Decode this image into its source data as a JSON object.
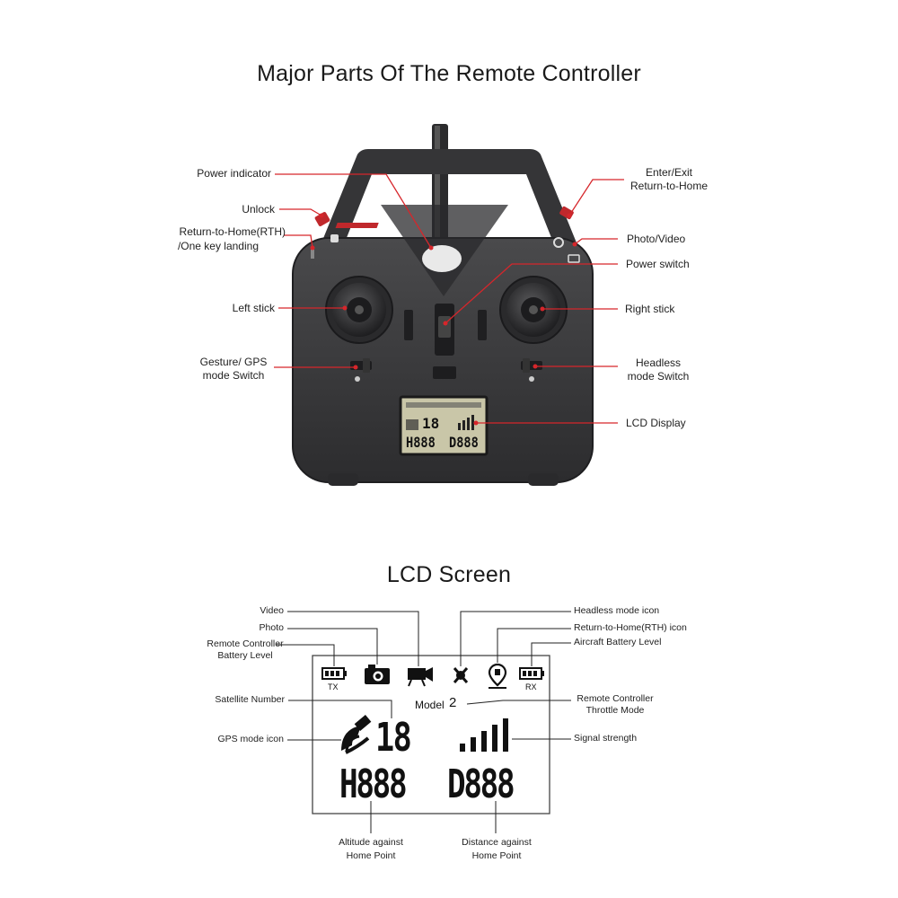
{
  "titles": {
    "controller": "Major Parts Of The Remote Controller",
    "lcd": "LCD Screen"
  },
  "controller_labels": {
    "power_indicator": "Power indicator",
    "unlock": "Unlock",
    "rth_line1": "Return-to-Home(RTH)",
    "rth_line2": "/One key landing",
    "left_stick": "Left stick",
    "gesture_line1": "Gesture/ GPS",
    "gesture_line2": "mode Switch",
    "enter_exit_line1": "Enter/Exit",
    "enter_exit_line2": "Return-to-Home",
    "photo_video": "Photo/Video",
    "power_switch": "Power switch",
    "right_stick": "Right stick",
    "headless_line1": "Headless",
    "headless_line2": "mode Switch",
    "lcd_display": "LCD Display"
  },
  "lcd_labels": {
    "video": "Video",
    "photo": "Photo",
    "rc_battery_line1": "Remote Controller",
    "rc_battery_line2": "Battery Level",
    "satellite_number": "Satellite Number",
    "gps_mode_icon": "GPS mode icon",
    "headless_icon": "Headless mode icon",
    "rth_icon": "Return-to-Home(RTH) icon",
    "aircraft_battery": "Aircraft Battery Level",
    "throttle_line1": "Remote Controller",
    "throttle_line2": "Throttle Mode",
    "signal_strength": "Signal strength",
    "altitude_line1": "Altitude against",
    "altitude_line2": "Home Point",
    "distance_line1": "Distance against",
    "distance_line2": "Home Point"
  },
  "lcd_screen": {
    "tx": "TX",
    "rx": "RX",
    "model_text": "Model",
    "model_value": "2",
    "satellites": "18",
    "altitude": "H888",
    "distance": "D888"
  },
  "mini_lcd": {
    "satellites": "18",
    "altitude": "H888",
    "distance": "D888"
  },
  "colors": {
    "leader_line": "#d6262b",
    "controller_body": "#3c3c3e",
    "lcd_bg": "#c9c6a8"
  },
  "icons": [
    "battery-icon",
    "camera-icon",
    "video-icon",
    "headless-icon",
    "home-pin-icon",
    "satellite-icon",
    "signal-icon"
  ]
}
